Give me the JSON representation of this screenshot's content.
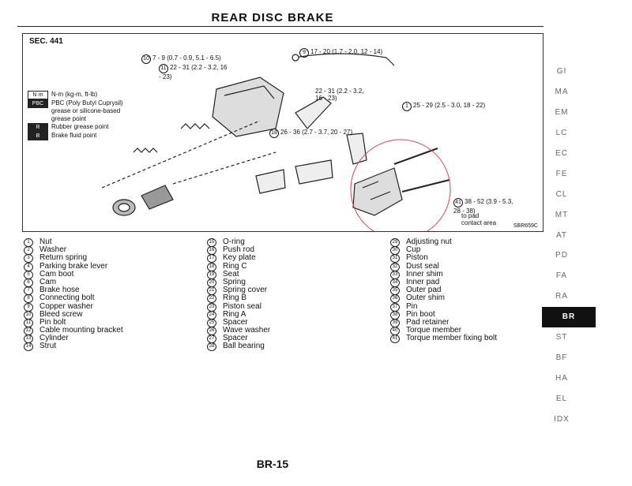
{
  "title": "REAR DISC BRAKE",
  "diagram": {
    "section": "SEC. 441",
    "legend": [
      {
        "sym": "N·m",
        "text": "N-m (kg-m, ft-lb)"
      },
      {
        "sym": "PBC",
        "text": "PBC (Poly Butyl Cuprysil) grease or silicone-based grease point"
      },
      {
        "sym": "R",
        "text": "Rubber grease point"
      },
      {
        "sym": "B",
        "text": "Brake fluid point"
      }
    ],
    "torques": [
      "7 - 9 (0.7 - 0.9, 5.1 - 6.5)",
      "22 - 31 (2.2 - 3.2, 16 - 23)",
      "17 - 20 (1.7 - 2.0, 12 - 14)",
      "22 - 31 (2.2 - 3.2, 16 - 23)",
      "25 - 29 (2.5 - 3.0, 18 - 22)",
      "26 - 36 (2.7 - 3.7, 20 - 27)",
      "38 - 52 (3.9 - 5.3, 28 - 38)"
    ],
    "pad_note": "to pad contact area",
    "code": "SBR659C"
  },
  "parts": {
    "col1": [
      {
        "n": "1",
        "label": "Nut"
      },
      {
        "n": "2",
        "label": "Washer"
      },
      {
        "n": "3",
        "label": "Return spring"
      },
      {
        "n": "4",
        "label": "Parking brake lever"
      },
      {
        "n": "5",
        "label": "Cam boot"
      },
      {
        "n": "6",
        "label": "Cam"
      },
      {
        "n": "7",
        "label": "Brake hose"
      },
      {
        "n": "8",
        "label": "Connecting bolt"
      },
      {
        "n": "9",
        "label": "Copper washer"
      },
      {
        "n": "10",
        "label": "Bleed screw"
      },
      {
        "n": "11",
        "label": "Pin bolt"
      },
      {
        "n": "12",
        "label": "Cable mounting bracket"
      },
      {
        "n": "13",
        "label": "Cylinder"
      },
      {
        "n": "14",
        "label": "Strut"
      }
    ],
    "col2": [
      {
        "n": "15",
        "label": "O-ring"
      },
      {
        "n": "16",
        "label": "Push rod"
      },
      {
        "n": "17",
        "label": "Key plate"
      },
      {
        "n": "18",
        "label": "Ring C"
      },
      {
        "n": "19",
        "label": "Seat"
      },
      {
        "n": "20",
        "label": "Spring"
      },
      {
        "n": "21",
        "label": "Spring cover"
      },
      {
        "n": "22",
        "label": "Ring B"
      },
      {
        "n": "23",
        "label": "Piston seal"
      },
      {
        "n": "24",
        "label": "Ring A"
      },
      {
        "n": "25",
        "label": "Spacer"
      },
      {
        "n": "26",
        "label": "Wave washer"
      },
      {
        "n": "27",
        "label": "Spacer"
      },
      {
        "n": "28",
        "label": "Ball bearing"
      }
    ],
    "col3": [
      {
        "n": "29",
        "label": "Adjusting nut"
      },
      {
        "n": "30",
        "label": "Cup"
      },
      {
        "n": "31",
        "label": "Piston"
      },
      {
        "n": "32",
        "label": "Dust seal"
      },
      {
        "n": "33",
        "label": "Inner shim"
      },
      {
        "n": "34",
        "label": "Inner pad"
      },
      {
        "n": "35",
        "label": "Outer pad"
      },
      {
        "n": "36",
        "label": "Outer shim"
      },
      {
        "n": "37",
        "label": "Pin"
      },
      {
        "n": "38",
        "label": "Pin boot"
      },
      {
        "n": "39",
        "label": "Pad retainer"
      },
      {
        "n": "40",
        "label": "Torque member"
      },
      {
        "n": "41",
        "label": "Torque member fixing bolt"
      }
    ]
  },
  "side_tabs": [
    "GI",
    "MA",
    "EM",
    "LC",
    "EC",
    "FE",
    "CL",
    "MT",
    "AT",
    "PD",
    "FA",
    "RA",
    "BR",
    "ST",
    "BF",
    "HA",
    "EL",
    "IDX"
  ],
  "active_tab": "BR",
  "page_number": "BR-15"
}
